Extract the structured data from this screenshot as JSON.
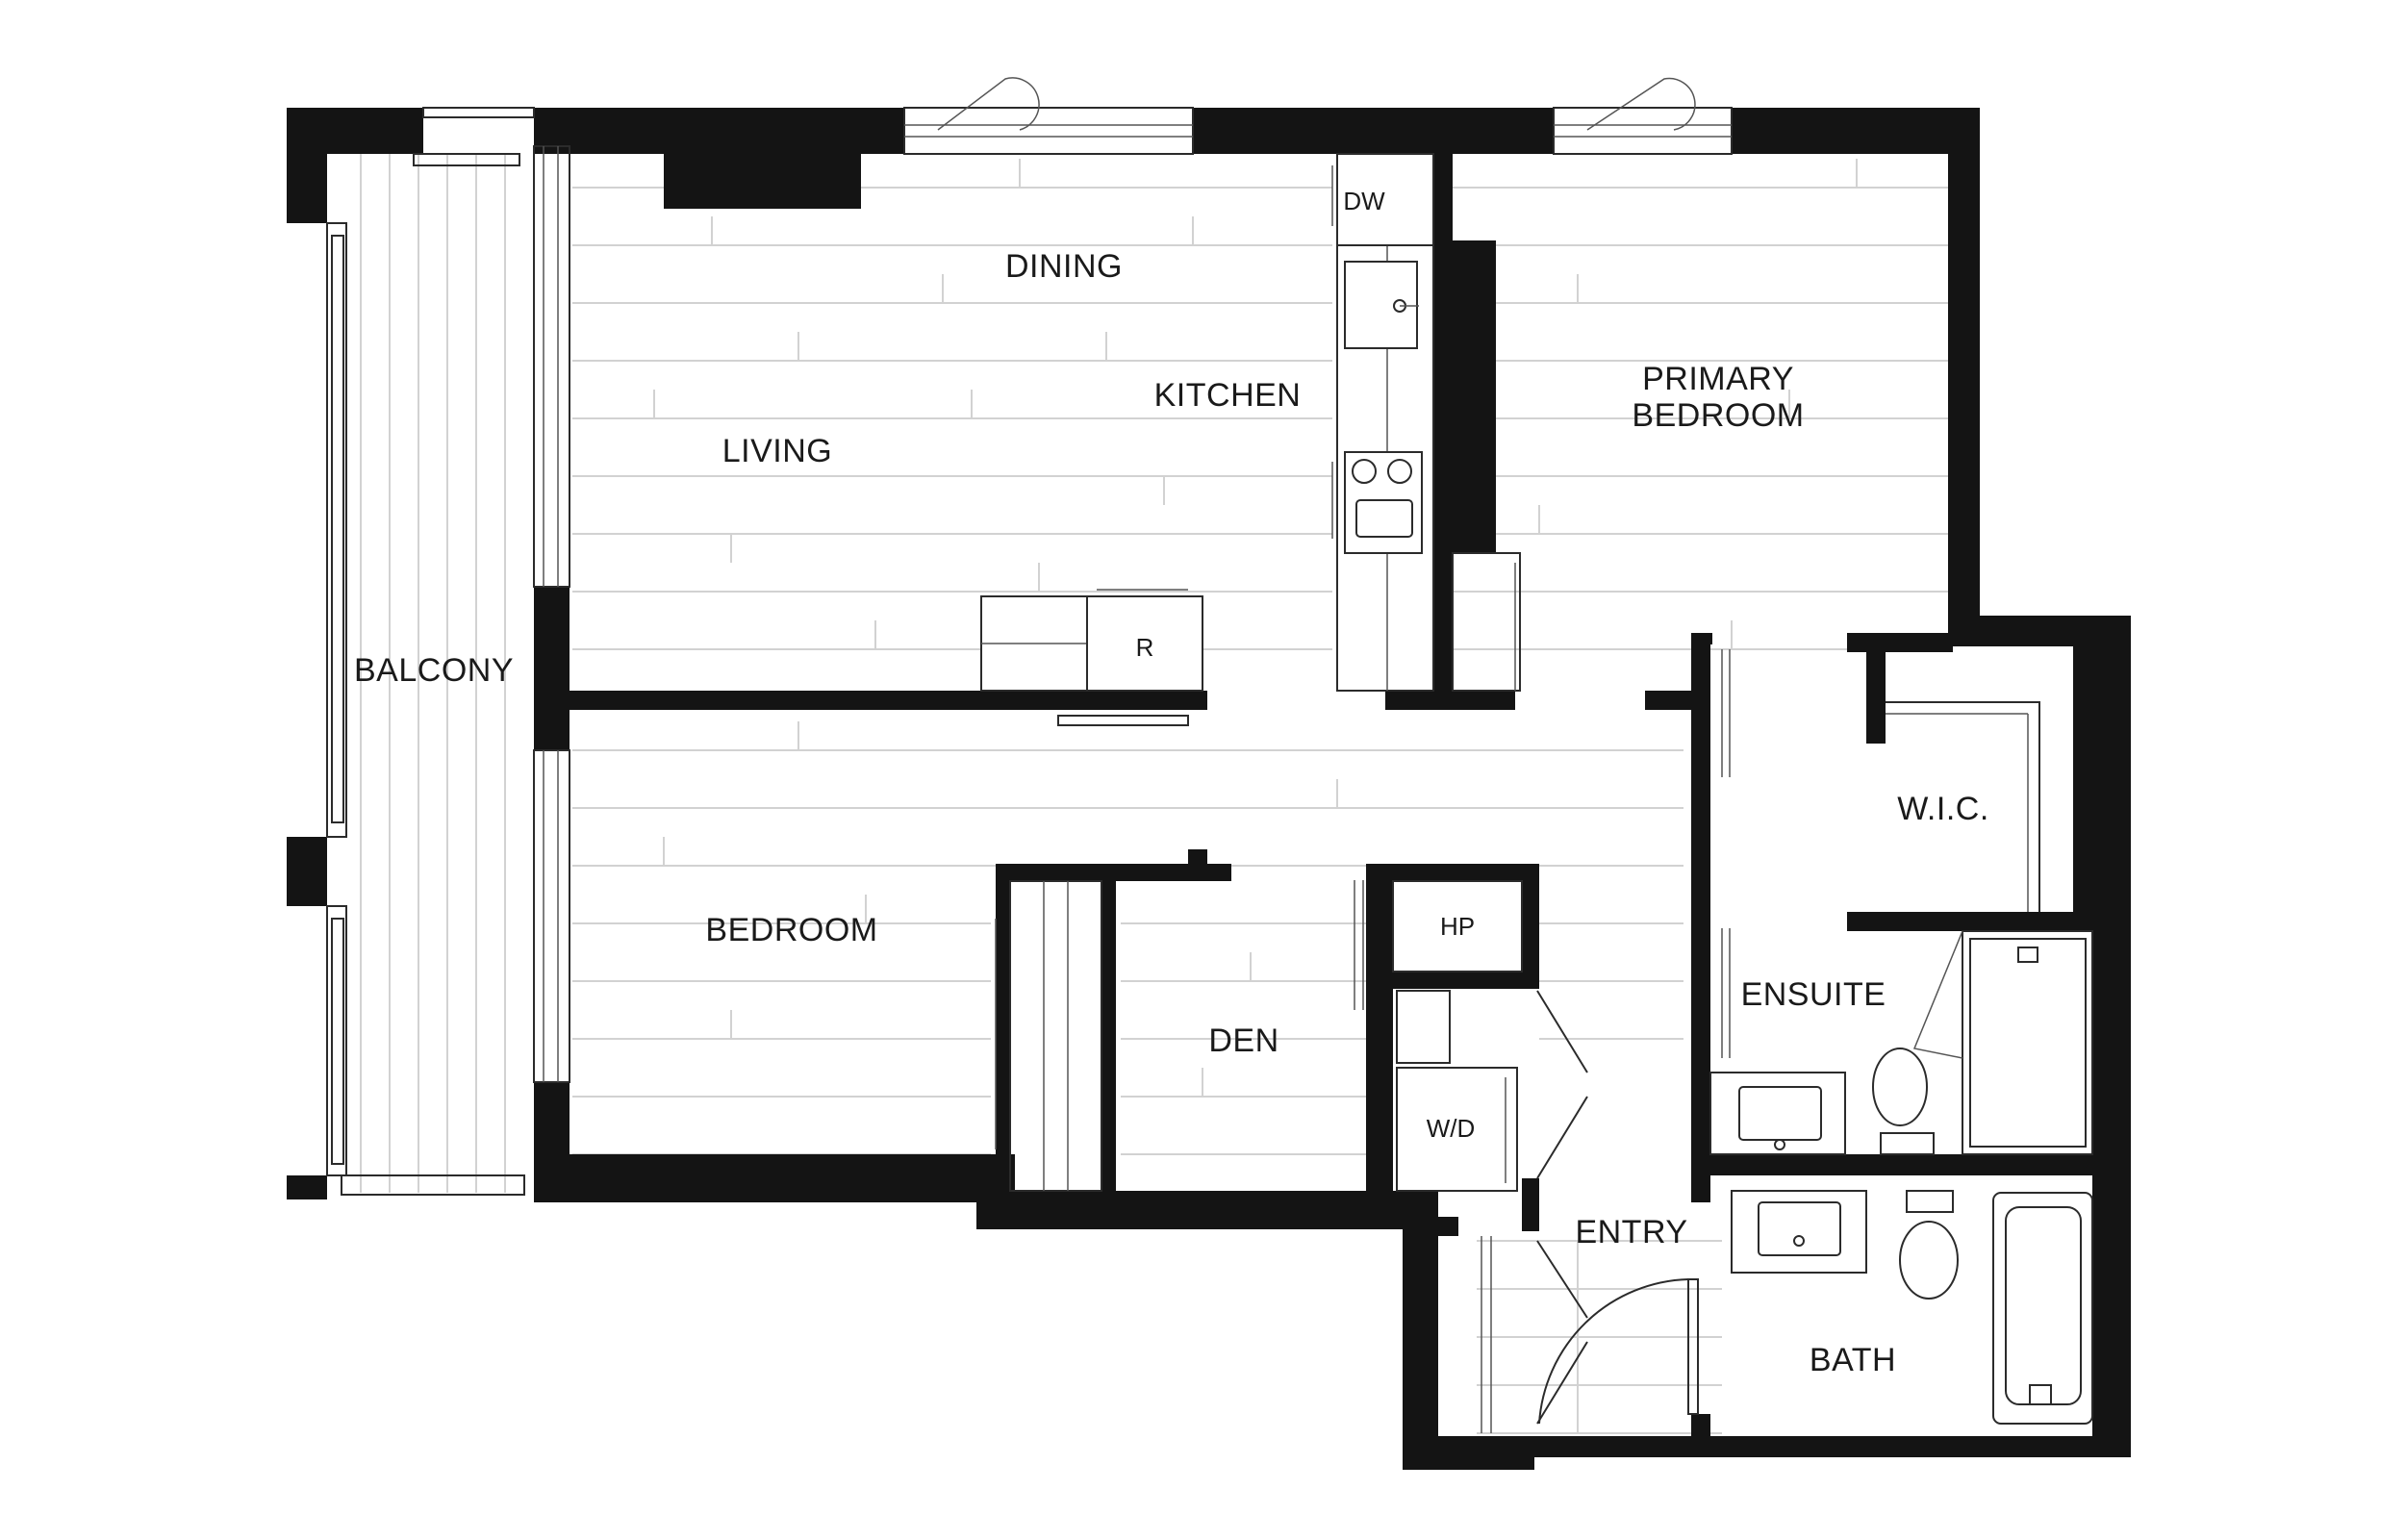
{
  "rooms": {
    "balcony": "BALCONY",
    "dining": "DINING",
    "kitchen": "KITCHEN",
    "living": "LIVING",
    "primary_bedroom_line1": "PRIMARY",
    "primary_bedroom_line2": "BEDROOM",
    "bedroom": "BEDROOM",
    "den": "DEN",
    "wic": "W.I.C.",
    "ensuite": "ENSUITE",
    "entry": "ENTRY",
    "bath": "BATH"
  },
  "appliances": {
    "dishwasher": "DW",
    "refrigerator": "R",
    "heat_pump": "HP",
    "washer_dryer": "W/D"
  },
  "colors": {
    "wall": "#141414",
    "floor_lines": "#d2d2d2",
    "background": "#ffffff"
  }
}
